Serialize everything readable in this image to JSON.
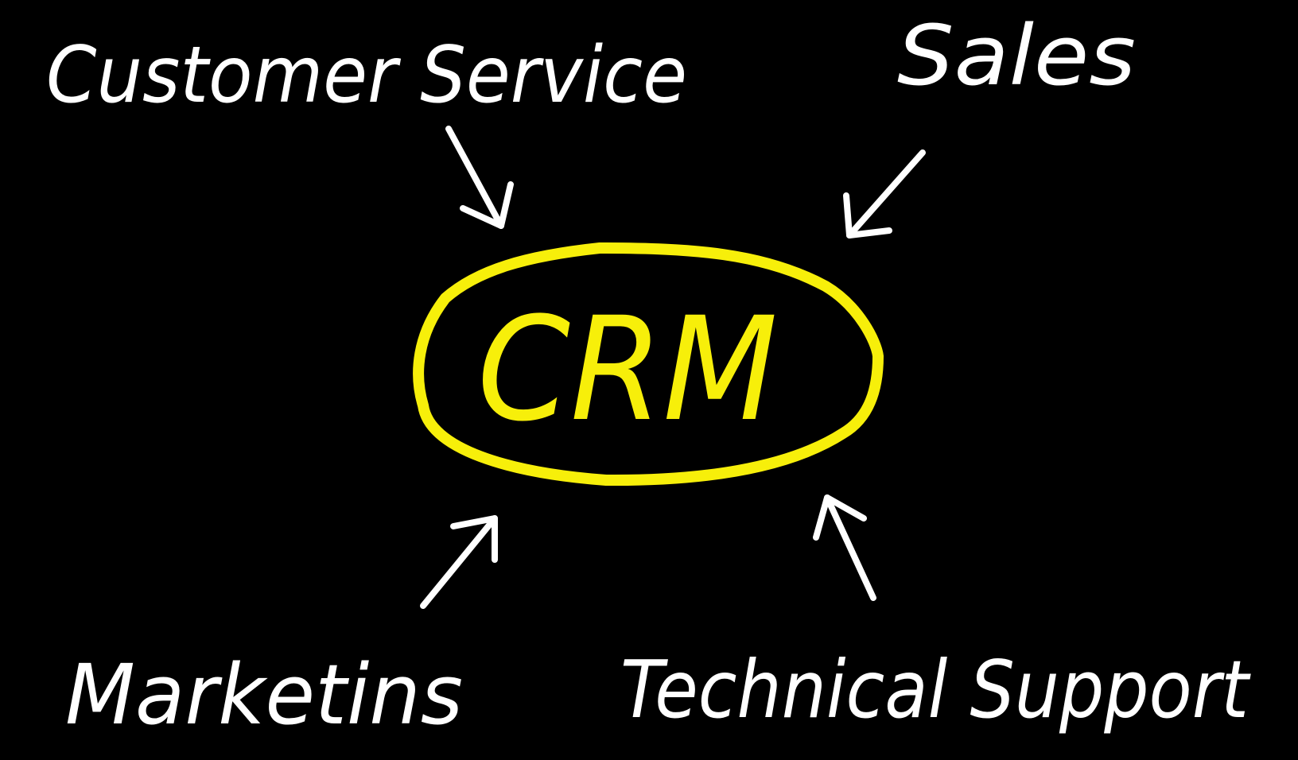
{
  "diagram": {
    "center_label": "CRM",
    "labels": {
      "customer_service": "Customer Service",
      "sales": "Sales",
      "marketing": "Marketins",
      "technical_support": "Technical Support"
    }
  },
  "colors": {
    "background": "#000000",
    "label": "#ffffff",
    "arrow": "#ffffff",
    "accent": "#f7ef0a"
  }
}
